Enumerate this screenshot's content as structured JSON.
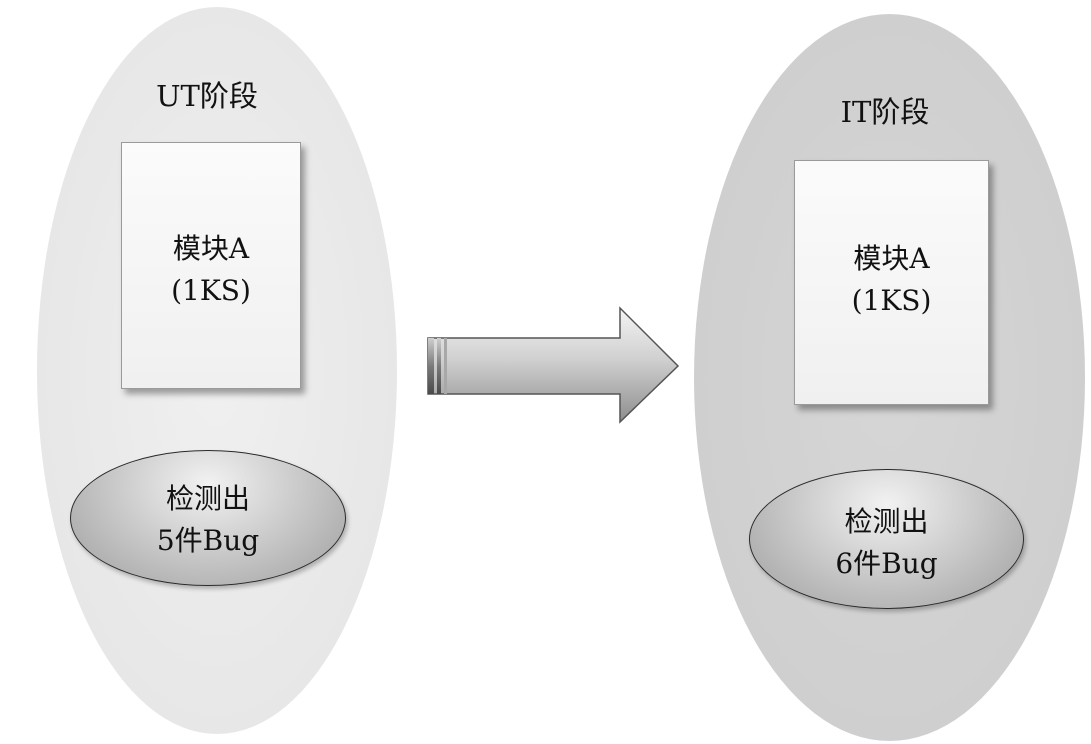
{
  "phases": [
    {
      "title": "UT阶段",
      "module": {
        "name": "模块A",
        "size": "(1KS)"
      },
      "bugs": {
        "line1": "检测出",
        "line2": "5件Bug"
      }
    },
    {
      "title": "IT阶段",
      "module": {
        "name": "模块A",
        "size": "(1KS)"
      },
      "bugs": {
        "line1": "检测出",
        "line2": "6件Bug"
      }
    }
  ],
  "colors": {
    "ut_phase_fill": "#e7e7e7",
    "it_phase_fill": "#cfcfcf",
    "module_fill": "#f3f3f3",
    "bug_oval_fill": "#bdbdbd",
    "arrow_fill": "#c8c8c8"
  }
}
